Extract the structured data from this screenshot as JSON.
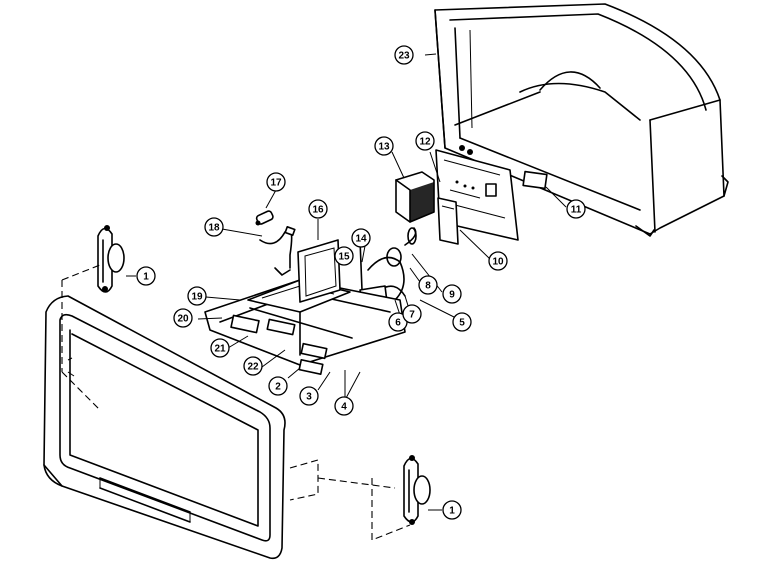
{
  "callouts": [
    {
      "id": "c1a",
      "label": "1"
    },
    {
      "id": "c1b",
      "label": "1"
    },
    {
      "id": "c2",
      "label": "2"
    },
    {
      "id": "c3",
      "label": "3"
    },
    {
      "id": "c4",
      "label": "4"
    },
    {
      "id": "c5",
      "label": "5"
    },
    {
      "id": "c6",
      "label": "6"
    },
    {
      "id": "c7",
      "label": "7"
    },
    {
      "id": "c8",
      "label": "8"
    },
    {
      "id": "c9",
      "label": "9"
    },
    {
      "id": "c10",
      "label": "10"
    },
    {
      "id": "c11",
      "label": "11"
    },
    {
      "id": "c12",
      "label": "12"
    },
    {
      "id": "c13",
      "label": "13"
    },
    {
      "id": "c14",
      "label": "14"
    },
    {
      "id": "c15",
      "label": "15"
    },
    {
      "id": "c16",
      "label": "16"
    },
    {
      "id": "c17",
      "label": "17"
    },
    {
      "id": "c18",
      "label": "18"
    },
    {
      "id": "c19",
      "label": "19"
    },
    {
      "id": "c20",
      "label": "20"
    },
    {
      "id": "c21",
      "label": "21"
    },
    {
      "id": "c22",
      "label": "22"
    },
    {
      "id": "c23",
      "label": "23"
    }
  ]
}
